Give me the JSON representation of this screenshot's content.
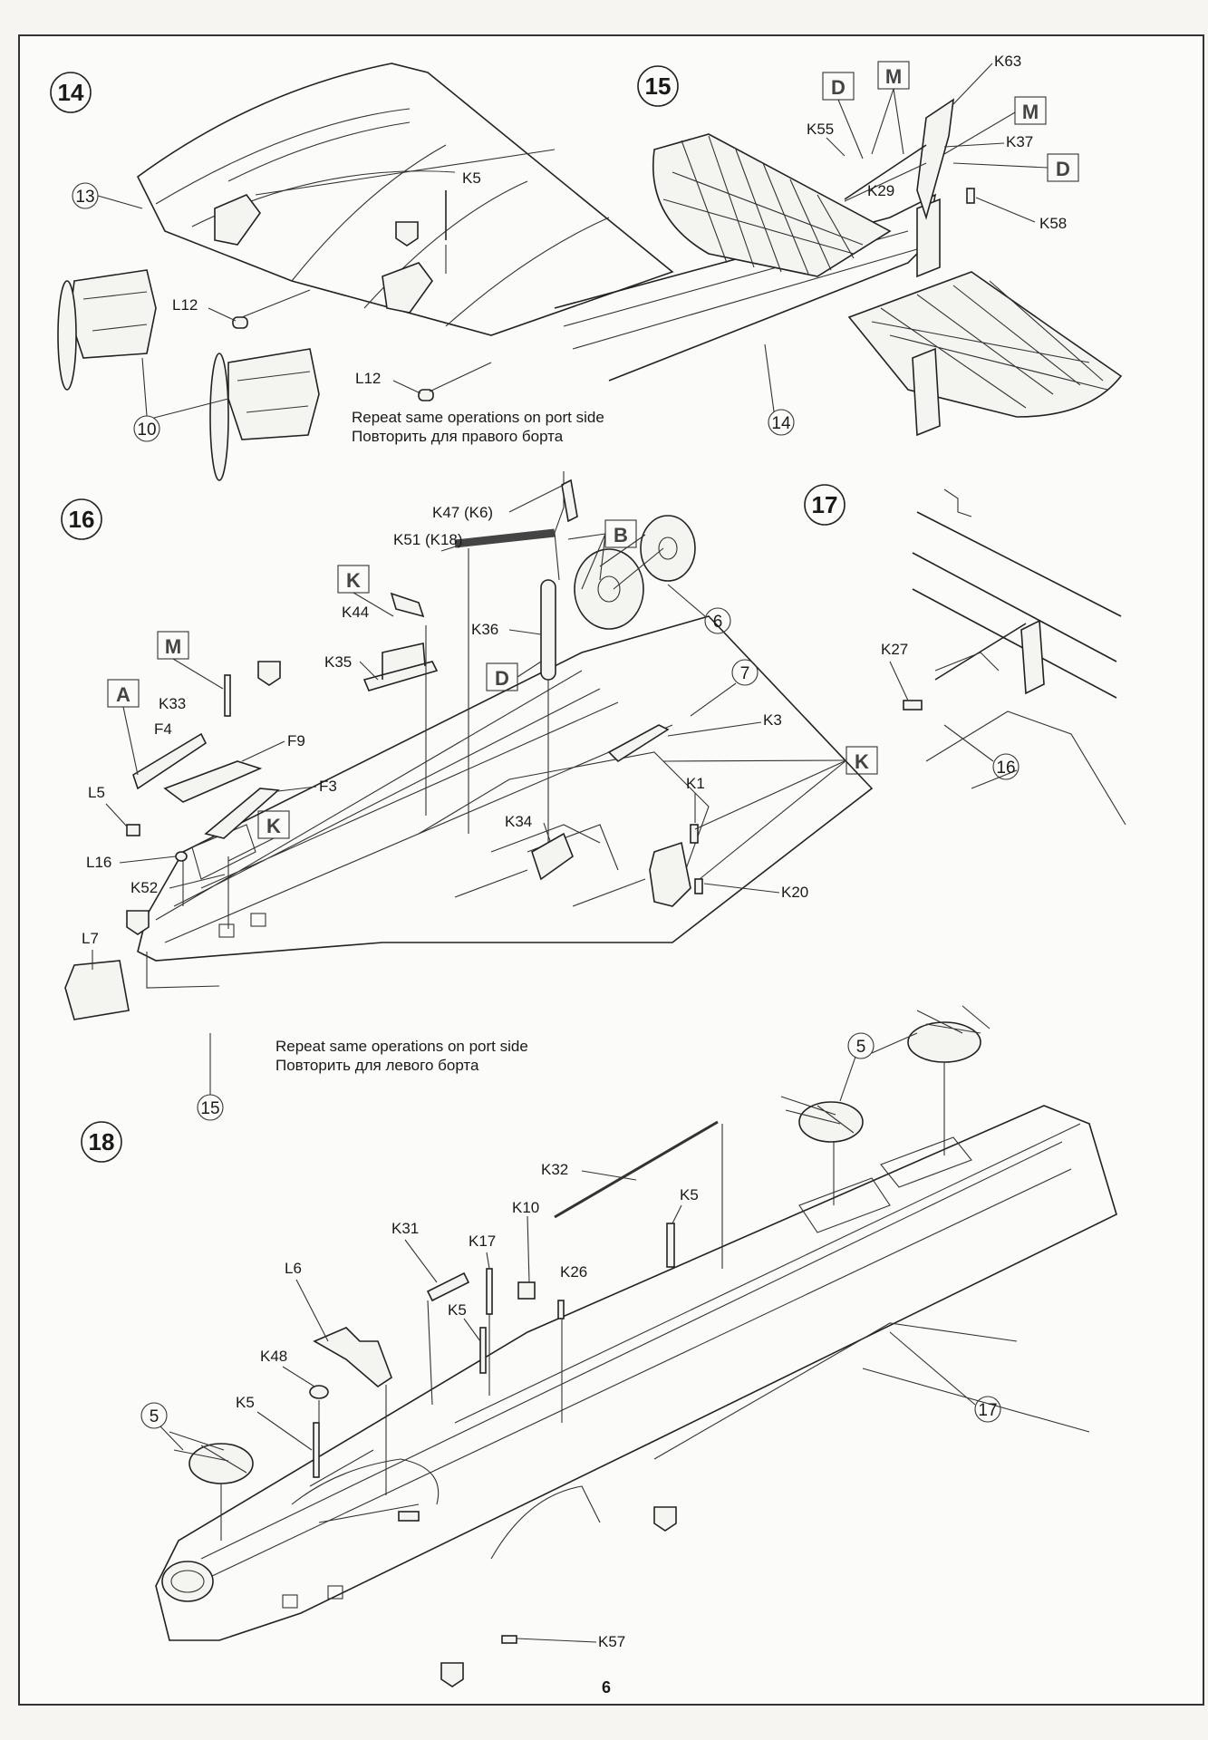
{
  "steps": {
    "s14": {
      "number": "14",
      "labels": {
        "k5": "K5",
        "l12a": "L12",
        "l12b": "L12",
        "p13": "13",
        "p10": "10"
      },
      "note_en": "Repeat same operations on port side",
      "note_ru": "Повторить для правого борта"
    },
    "s15": {
      "number": "15",
      "labels": {
        "k63": "K63",
        "k55": "K55",
        "k37": "K37",
        "k29": "K29",
        "k58": "K58",
        "p14": "14"
      },
      "boxes": {
        "d1": "D",
        "m1": "M",
        "m2": "M",
        "d2": "D"
      }
    },
    "s16": {
      "number": "16",
      "labels": {
        "k47": "K47 (K6)",
        "k51": "K51 (K18)",
        "k44": "K44",
        "k35": "K35",
        "k36": "K36",
        "k33": "K33",
        "f4": "F4",
        "f9": "F9",
        "f3": "F3",
        "l5": "L5",
        "l16": "L16",
        "k52": "K52",
        "l7": "L7",
        "k3": "K3",
        "k34": "K34",
        "k1": "K1",
        "k20": "K20",
        "p6": "6",
        "p7": "7",
        "p15": "15"
      },
      "boxes": {
        "b": "B",
        "k1": "K",
        "k2": "K",
        "k3": "K",
        "d": "D",
        "m": "M",
        "a": "A"
      },
      "note_en": "Repeat same operations on port side",
      "note_ru": "Повторить для левого борта"
    },
    "s17": {
      "number": "17",
      "labels": {
        "k27": "K27",
        "p16": "16"
      }
    },
    "s18": {
      "number": "18",
      "labels": {
        "k32": "K32",
        "k10": "K10",
        "k5a": "K5",
        "k31": "K31",
        "k17": "K17",
        "k26": "K26",
        "l6": "L6",
        "k5b": "K5",
        "k48": "K48",
        "k5c": "K5",
        "k57": "K57",
        "p5a": "5",
        "p5b": "5",
        "p17": "17"
      }
    }
  },
  "page_number": "6"
}
